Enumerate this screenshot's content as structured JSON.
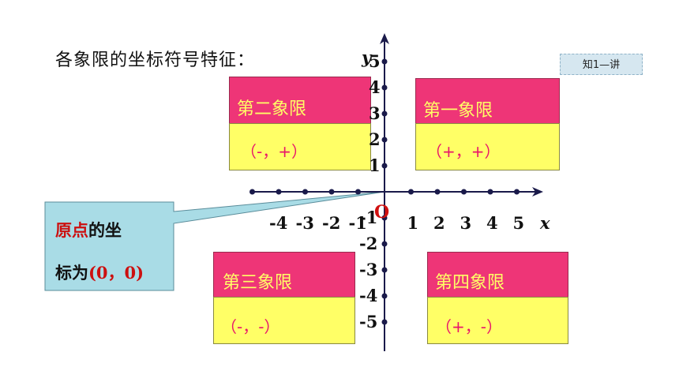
{
  "title": "各象限的坐标符号特征：",
  "tag": "知1—讲",
  "quadrants": {
    "q1": {
      "name": "第一象限",
      "sign": "（+，+）"
    },
    "q2": {
      "name": "第二象限",
      "sign": "（-，+）"
    },
    "q3": {
      "name": "第三象限",
      "sign": "（-，-）"
    },
    "q4": {
      "name": "第四象限",
      "sign": "（+，-）"
    }
  },
  "callout": {
    "line1_red": "原点",
    "line1_rest": "的坐",
    "line2_black": "标为",
    "line2_red": "(0，0)"
  },
  "axes": {
    "x_label": "x",
    "y_label": "y",
    "origin_label": "O",
    "x_ticks": [
      "-4",
      "-3",
      "-2",
      "-1",
      "1",
      "2",
      "3",
      "4",
      "5"
    ],
    "y_ticks": [
      "5",
      "4",
      "3",
      "2",
      "1",
      "-1",
      "-2",
      "-3",
      "-4",
      "-5"
    ]
  },
  "colors": {
    "header": "#ee3577",
    "sign_box": "#ffff66",
    "callout_bg": "#a9dce6",
    "axis": "#1a1a4a"
  }
}
